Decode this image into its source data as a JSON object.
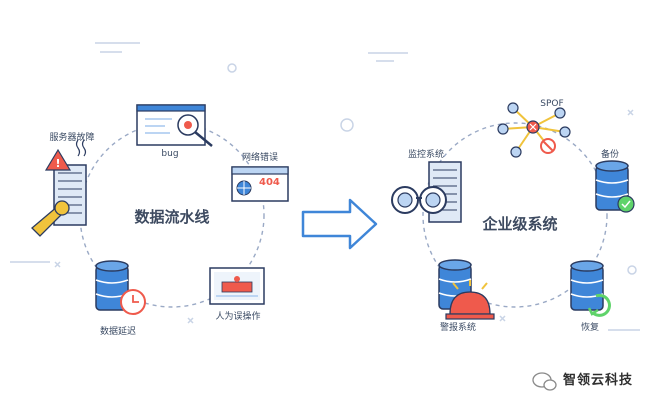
{
  "left_cycle": {
    "title": "数据流水线",
    "items": {
      "server_failure": "服务器故障",
      "bug": "bug",
      "network_error": "网络错误",
      "error_code": "404",
      "data_delay": "数据延迟",
      "human_error": "人为误操作"
    }
  },
  "right_cycle": {
    "title": "企业级系统",
    "items": {
      "spof": "SPOF",
      "monitoring": "监控系统",
      "backup": "备份",
      "alarm": "警报系统",
      "recovery": "恢复"
    }
  },
  "watermark": {
    "text": "智领云科技",
    "icon": "wechat-icon"
  },
  "colors": {
    "line": "#9aa9c5",
    "outline": "#2b3b60",
    "primary_blue": "#3f86d8",
    "light_blue": "#bcd5f3",
    "red": "#ef5a4c",
    "yellow": "#f0c33c",
    "green": "#5fd36a"
  }
}
